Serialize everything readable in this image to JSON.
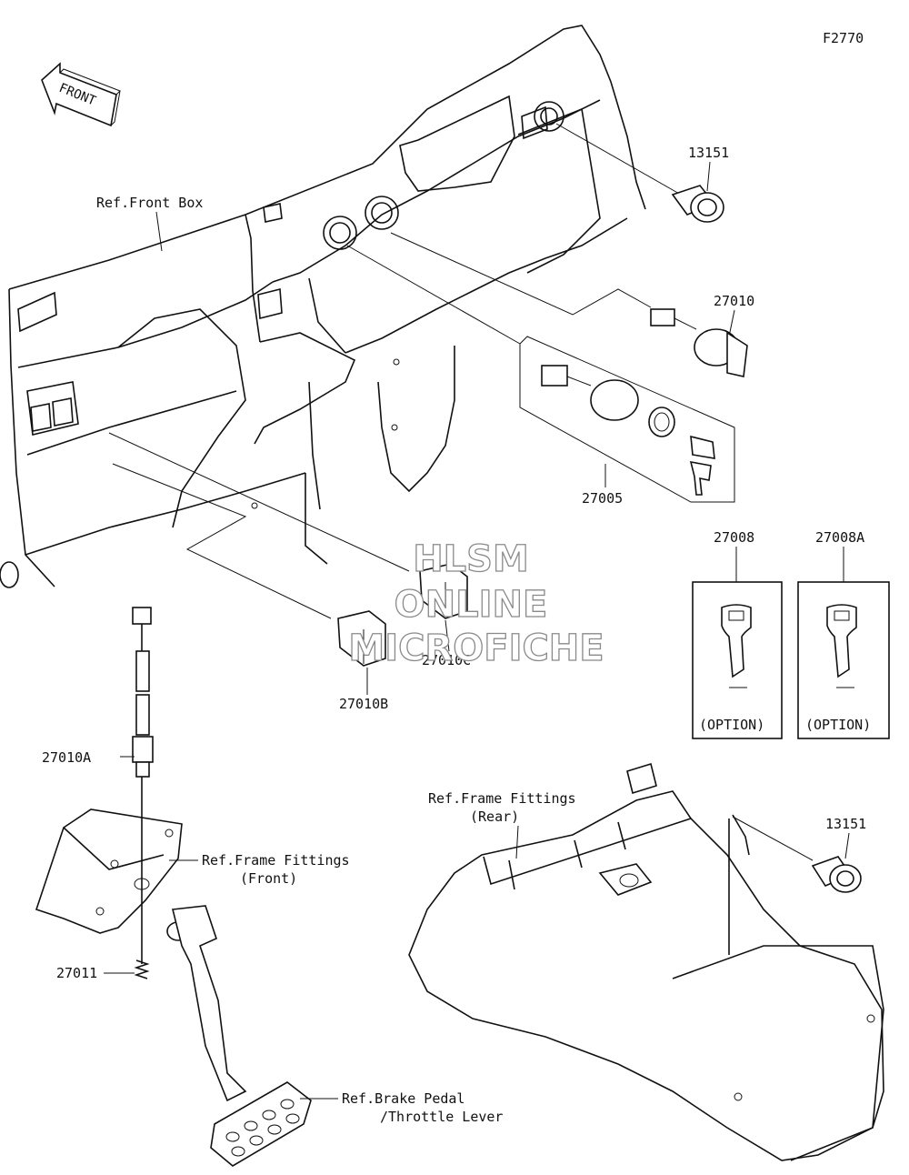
{
  "figure_id": "F2770",
  "front_badge": "FRONT",
  "watermark": [
    "HLSM",
    "ONLINE",
    "MICROFICHE"
  ],
  "callouts": {
    "ref_front_box": "Ref.Front Box",
    "p13151_top": "13151",
    "p27010": "27010",
    "p27005": "27005",
    "p27008": "27008",
    "p27008A": "27008A",
    "p27010C": "27010C",
    "p27010B": "27010B",
    "p27010A": "27010A",
    "p27011": "27011",
    "ref_frame_front_l1": "Ref.Frame Fittings",
    "ref_frame_front_l2": "(Front)",
    "ref_frame_rear_l1": "Ref.Frame Fittings",
    "ref_frame_rear_l2": "(Rear)",
    "p13151_bottom": "13151",
    "ref_brake_l1": "Ref.Brake Pedal",
    "ref_brake_l2": "/Throttle Lever"
  },
  "option_boxes": [
    {
      "label": "(OPTION)"
    },
    {
      "label": "(OPTION)"
    }
  ]
}
